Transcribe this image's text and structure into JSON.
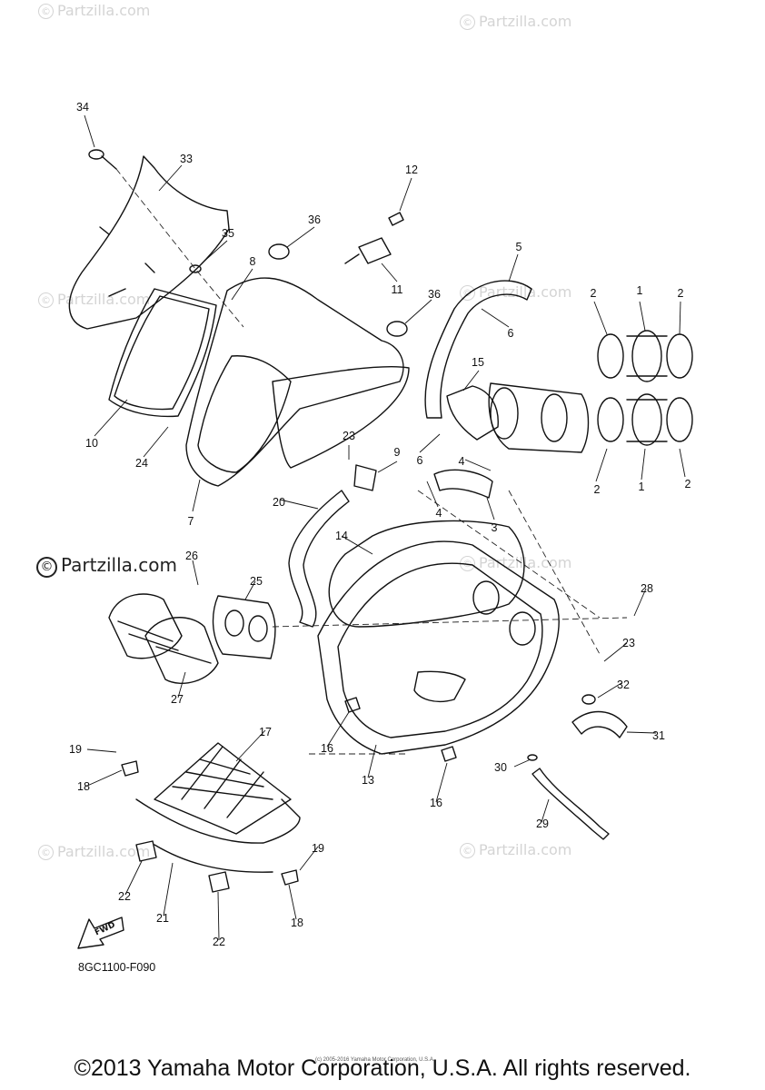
{
  "watermarks": [
    "Partzilla.com",
    "Partzilla.com",
    "Partzilla.com",
    "Partzilla.com",
    "Partzilla.com",
    "Partzilla.com",
    "Partzilla.com",
    "Partzilla.com"
  ],
  "main_watermark": "Partzilla.com",
  "callouts": [
    "34",
    "33",
    "12",
    "36",
    "35",
    "8",
    "5",
    "11",
    "36",
    "2",
    "1",
    "2",
    "6",
    "15",
    "10",
    "24",
    "23",
    "9",
    "6",
    "4",
    "3",
    "4",
    "2",
    "1",
    "2",
    "7",
    "20",
    "14",
    "26",
    "25",
    "28",
    "27",
    "23",
    "32",
    "31",
    "19",
    "17",
    "16",
    "13",
    "18",
    "30",
    "16",
    "29",
    "19",
    "22",
    "21",
    "18",
    "22"
  ],
  "fwd_label": "FWD",
  "drawing_code": "8GC1100-F090",
  "fine_print": "(c) 2005-2016 Yamaha Motor Corporation, U.S.A.",
  "copyright": "©2013 Yamaha Motor Corporation, U.S.A. All rights reserved."
}
